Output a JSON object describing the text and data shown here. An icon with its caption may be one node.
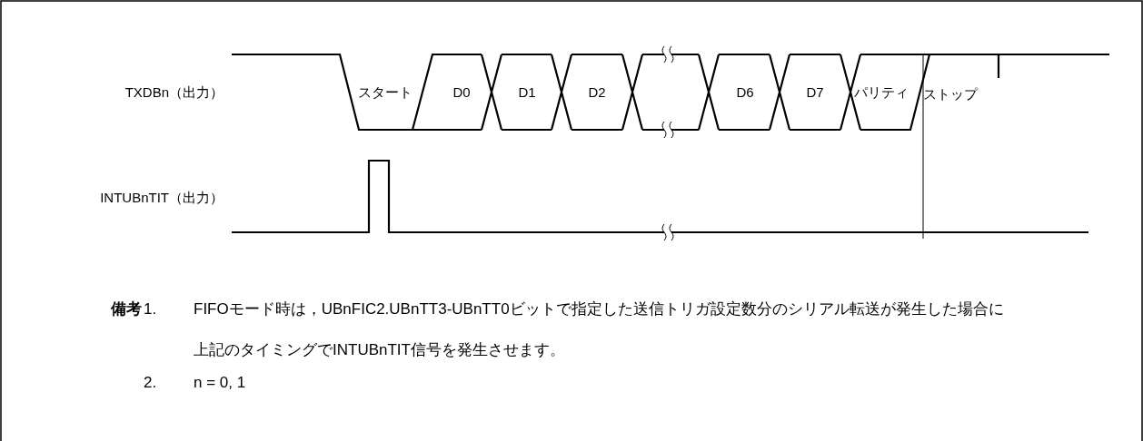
{
  "diagram": {
    "labels": [
      "TXDBn（出力）",
      "スタート",
      "D0",
      "D1",
      "D2",
      "D6",
      "D7",
      "パリティ",
      "ストップ",
      "INTUBnTIT（出力）",
      "備考",
      "1.",
      "FIFOモード時は，UBnFIC2.UBnTT3-UBnTT0ビットで指定した送信トリガ設定数分のシリアル転送が発生した場合に上記のタイミングでINTUBnTIT信号を発生させます。",
      "2.",
      "n = 0, 1"
    ]
  }
}
